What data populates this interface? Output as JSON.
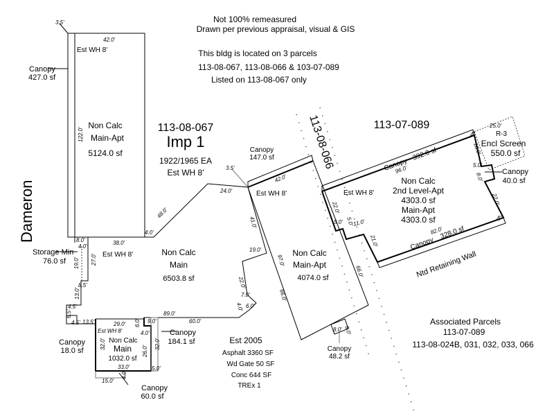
{
  "notes": {
    "line1": "Not 100% remeasured",
    "line2": "Drawn per previous appraisal, visual & GIS",
    "line3": "This bldg is located on 3 parcels",
    "line4": "113-08-067, 113-08-066 & 103-07-089",
    "line5": "Listed on 113-08-067 only"
  },
  "street": "Dameron",
  "imp": {
    "parcel": "113-08-067",
    "title": "Imp 1",
    "year": "1922/1965 EA",
    "wall": "Est WH 8'"
  },
  "parcels": {
    "p066": "113-08-066",
    "p089": "113-07-089"
  },
  "areas": {
    "left_apt": {
      "l1": "Non Calc",
      "l2": "Main-Apt",
      "sf": "5124.0 sf",
      "wall": "Est WH 8'"
    },
    "main": {
      "l1": "Non Calc",
      "l2": "Main",
      "sf": "6503.8 sf",
      "wall": "Est WH 8'"
    },
    "center_apt": {
      "l1": "Non Calc",
      "l2": "Main-Apt",
      "sf": "4074.0 sf",
      "wall": "Est WH 8'"
    },
    "right_apt": {
      "l1": "Non Calc",
      "l2": "2nd Level-Apt",
      "sf": "4303.0 sf",
      "l3": "Main-Apt",
      "sf2": "4303.0 sf",
      "wall": "Est WH 8'"
    },
    "small_main": {
      "l1": "Non Calc",
      "l2": "Main",
      "sf": "1032.0 sf",
      "wall": "Est WH 8'"
    },
    "encl": {
      "code": "R-3",
      "label": "Encl Screen",
      "sf": "550.0 sf"
    }
  },
  "canopies": {
    "c427": {
      "label": "Canopy",
      "sf": "427.0 sf"
    },
    "c147": {
      "label": "Canopy",
      "sf": "147.0 sf"
    },
    "c40": {
      "label": "Canopy",
      "sf": "40.0 sf"
    },
    "c184": {
      "label": "Canopy",
      "sf": "184.1 sf"
    },
    "c18": {
      "label": "Canopy",
      "sf": "18.0 sf"
    },
    "c60": {
      "label": "Canopy",
      "sf": "60.0 sf"
    },
    "c48": {
      "label": "Canopy",
      "sf": "48.2 sf"
    },
    "ctop": {
      "label": "Canopy",
      "sf": "392.0 sf"
    },
    "cbot": {
      "label": "Canopy",
      "sf": "328.0 sf"
    }
  },
  "storage": {
    "label": "Storage Min",
    "sf": "76.0 sf"
  },
  "retaining": "Ntd Retaining Wall",
  "site": {
    "est": "Est 2005",
    "asphalt": "Asphalt 3360 SF",
    "gate": "Wd Gate 50 SF",
    "conc": "Conc 644 SF",
    "trex": "TREx 1"
  },
  "associated": {
    "title": "Associated Parcels",
    "p1": "113-07-089",
    "p2": "113-08-024B, 031, 032, 033, 066"
  },
  "dims": [
    "3.5'",
    "42.0'",
    "122.0'",
    "8.0'",
    "38.0'",
    "4.0'",
    "48.0'",
    "24.0'",
    "3.5'",
    "42.0'",
    "41.0'",
    "97.0'",
    "66.0'",
    "66.0'",
    "19.0'",
    "22.0'",
    "7.0'",
    "4.0'",
    "6.0'",
    "89.0'",
    "60.0'",
    "4.0'",
    "19.0'",
    "27.0'",
    "8.5'",
    "13.0'",
    "4.5'",
    "6.5'",
    "4.5'",
    "13.5'",
    "29.0'",
    "6.0'",
    "9.0'",
    "4.0'",
    "32.0'",
    "26.0'",
    "32.0'",
    "33.0'",
    "5.0'",
    "15.0'",
    "4.0'",
    "22.0'",
    "5.0'",
    "5.0'",
    "11.0'",
    "21.0'",
    "96.0'",
    "82.0'",
    "18.0'",
    "5.0'",
    "8.0'",
    "22.0'",
    "4'",
    "4'",
    "25.0'",
    "8.0'",
    "6.0'"
  ]
}
